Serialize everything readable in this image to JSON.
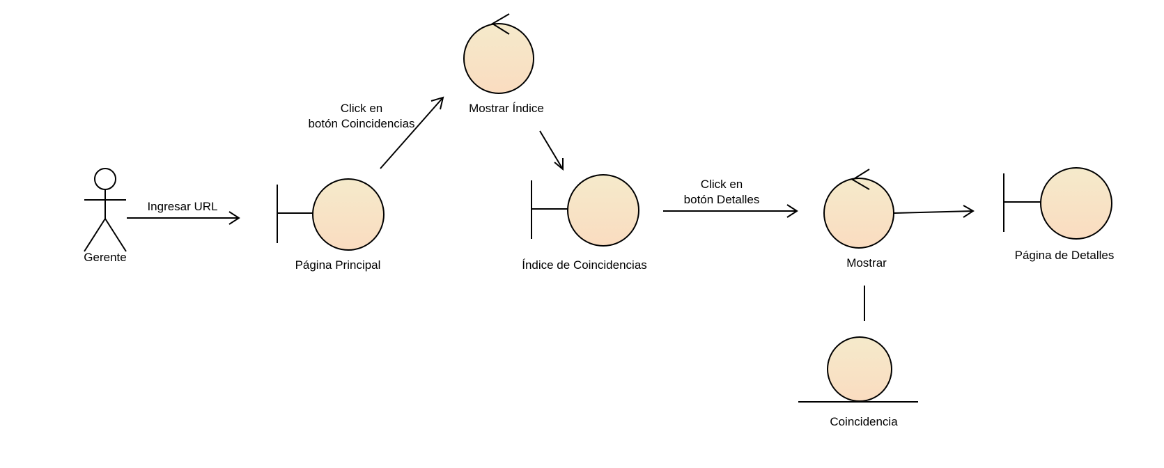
{
  "colors": {
    "fill_top": "#F5EACB",
    "fill_bottom": "#FADCC0",
    "stroke": "#000000"
  },
  "nodes": {
    "actor": {
      "type": "actor",
      "label": "Gerente"
    },
    "pagina_principal": {
      "type": "boundary",
      "label": "Página Principal"
    },
    "mostrar_indice": {
      "type": "control",
      "label": "Mostrar Índice"
    },
    "indice_coincidencias": {
      "type": "boundary",
      "label": "Índice de Coincidencias"
    },
    "mostrar": {
      "type": "control",
      "label": "Mostrar"
    },
    "pagina_detalles": {
      "type": "boundary",
      "label": "Página de Detalles"
    },
    "coincidencia": {
      "type": "entity",
      "label": "Coincidencia"
    }
  },
  "edges": {
    "ingresar_url": {
      "from": "Gerente",
      "to": "Página Principal",
      "label": "Ingresar URL"
    },
    "click_coincidencias": {
      "from": "Página Principal",
      "to": "Mostrar Índice",
      "label_line1": "Click en",
      "label_line2": "botón Coincidencias"
    },
    "indice_to_coincidencias": {
      "from": "Mostrar Índice",
      "to": "Índice de Coincidencias"
    },
    "click_detalles": {
      "from": "Índice de Coincidencias",
      "to": "Mostrar",
      "label_line1": "Click en",
      "label_line2": "botón Detalles"
    },
    "mostrar_to_detalles": {
      "from": "Mostrar",
      "to": "Página de Detalles"
    },
    "mostrar_coincidencia": {
      "from": "Mostrar",
      "to": "Coincidencia"
    }
  }
}
